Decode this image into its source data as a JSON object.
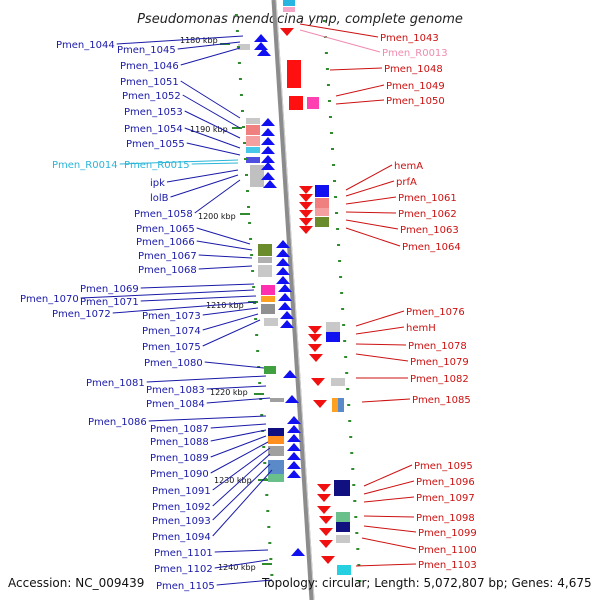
{
  "title": "Pseudomonas mendocina ymp, complete genome",
  "footer": {
    "accession": "Accession: NC_009439",
    "summary": "Topology: circular; Length: 5,072,807 bp; Genes: 4,675"
  },
  "colors": {
    "left_label": "#1a1aa8",
    "rrna_label": "#29b6d8",
    "right_label": "#cc1111",
    "right_rrna_label": "#f08ab0",
    "backbone": "#8c8c8c",
    "tick": "#2e8b2e",
    "forward_arrow": "#1010f0",
    "reverse_arrow": "#f01010"
  },
  "ticks": [
    "1180 kbp",
    "1190 kbp",
    "1200 kbp",
    "1210 kbp",
    "1220 kbp",
    "1230 kbp",
    "1240 kbp"
  ],
  "left_labels": [
    "Pmen_1044",
    "Pmen_1045",
    "Pmen_1046",
    "Pmen_1051",
    "Pmen_1052",
    "Pmen_1053",
    "Pmen_1054",
    "Pmen_1055",
    "Pmen_R0014",
    "Pmen_R0015",
    "ipk",
    "lolB",
    "Pmen_1058",
    "Pmen_1065",
    "Pmen_1066",
    "Pmen_1067",
    "Pmen_1068",
    "Pmen_1069",
    "Pmen_1070",
    "Pmen_1071",
    "Pmen_1072",
    "Pmen_1073",
    "Pmen_1074",
    "Pmen_1075",
    "Pmen_1080",
    "Pmen_1081",
    "Pmen_1083",
    "Pmen_1084",
    "Pmen_1086",
    "Pmen_1087",
    "Pmen_1088",
    "Pmen_1089",
    "Pmen_1090",
    "Pmen_1091",
    "Pmen_1092",
    "Pmen_1093",
    "Pmen_1094",
    "Pmen_1101",
    "Pmen_1102",
    "Pmen_1105"
  ],
  "right_labels": [
    "Pmen_1043",
    "Pmen_R0013",
    "Pmen_1048",
    "Pmen_1049",
    "Pmen_1050",
    "hemA",
    "prfA",
    "Pmen_1061",
    "Pmen_1062",
    "Pmen_1063",
    "Pmen_1064",
    "Pmen_1076",
    "hemH",
    "Pmen_1078",
    "Pmen_1079",
    "Pmen_1082",
    "Pmen_1085",
    "Pmen_1095",
    "Pmen_1096",
    "Pmen_1097",
    "Pmen_1098",
    "Pmen_1099",
    "Pmen_1100",
    "Pmen_1103"
  ]
}
